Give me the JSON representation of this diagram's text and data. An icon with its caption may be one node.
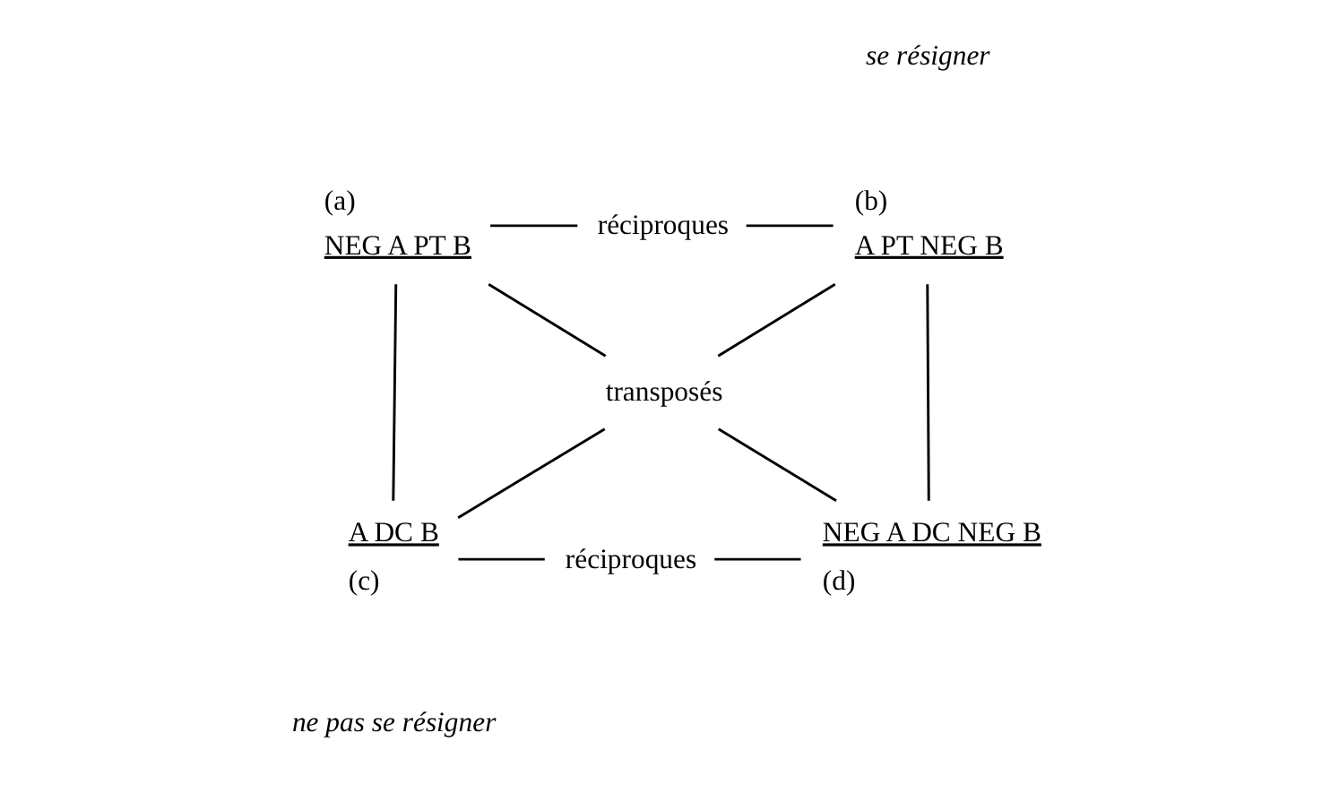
{
  "diagram": {
    "nodes": [
      {
        "text": [
          "NEG A PT B"
        ],
        "beside": [
          "(a)"
        ]
      },
      {
        "text": [
          "réciproques"
        ]
      },
      {
        "text": [
          "A PT NEG B"
        ],
        "beside": [
          "(b)"
        ]
      },
      {
        "text": [
          "transposés"
        ]
      },
      {
        "text": [
          "A DC B"
        ],
        "beside": [
          "(c)"
        ]
      },
      {
        "text": [
          "réciproques"
        ]
      },
      {
        "text": [
          "NEG A DC NEG B"
        ],
        "beside": [
          "(d)"
        ]
      }
    ],
    "edges": [
      {
        "from": 0,
        "to": 1,
        "arrow": "none"
      },
      {
        "from": 1,
        "to": 2,
        "arrow": "none"
      },
      {
        "from": 0,
        "to": 3,
        "arrow": "none"
      },
      {
        "from": 2,
        "to": 3,
        "arrow": "none"
      },
      {
        "from": 3,
        "to": 4,
        "arrow": "none"
      },
      {
        "from": 3,
        "to": 6,
        "arrow": "none"
      },
      {
        "from": 4,
        "to": 5,
        "arrow": "none"
      },
      {
        "from": 5,
        "to": 6,
        "arrow": "none"
      },
      {
        "from": 0,
        "to": 4,
        "arrow": "none"
      },
      {
        "from": 2,
        "to": 6,
        "arrow": "none"
      }
    ],
    "labels": [
      "se résigner",
      "ne pas se résigner"
    ]
  }
}
